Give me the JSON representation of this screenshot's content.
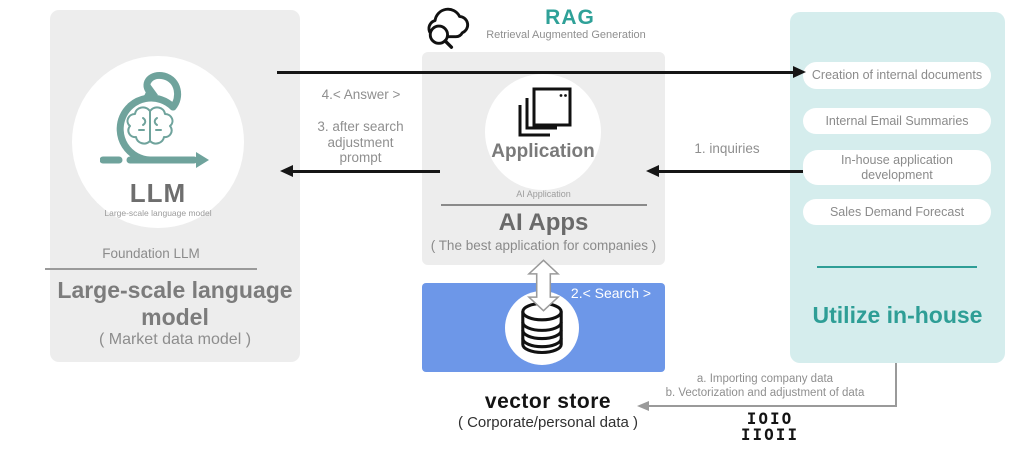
{
  "rag_header": {
    "title": "RAG",
    "subtitle": "Retrieval Augmented Generation"
  },
  "llm_panel": {
    "circle_label": "LLM",
    "circle_sublabel": "Large-scale language model",
    "section_label": "Foundation LLM",
    "title": "Large-scale language model",
    "subtitle": "( Market data model )"
  },
  "app_panel": {
    "circle_label": "Application",
    "section_label": "AI Application",
    "title": "AI Apps",
    "subtitle": "( The best application for companies )"
  },
  "inhouse_panel": {
    "items": [
      "Creation of internal documents",
      "Internal Email Summaries",
      "In-house application development",
      "Sales Demand Forecast"
    ],
    "title": "Utilize in-house"
  },
  "vector_store": {
    "title": "vector store",
    "subtitle": "( Corporate/personal data )"
  },
  "flows": {
    "answer": "4.< Answer >",
    "prompt": [
      "3. after search",
      "adjustment",
      "prompt"
    ],
    "inquiries": "1. inquiries",
    "search": "2.< Search >",
    "import_a": "a. Importing company data",
    "import_b": "b. Vectorization and adjustment of data"
  },
  "binary_icon": {
    "line1": "IOIO",
    "line2": "IIOII"
  },
  "colors": {
    "teal_accent": "#2fa198",
    "teal_panel": "#d5eded",
    "blue_box": "#6d97e8",
    "panel_gray": "#ededed",
    "icon_teal": "#6fa39c"
  }
}
